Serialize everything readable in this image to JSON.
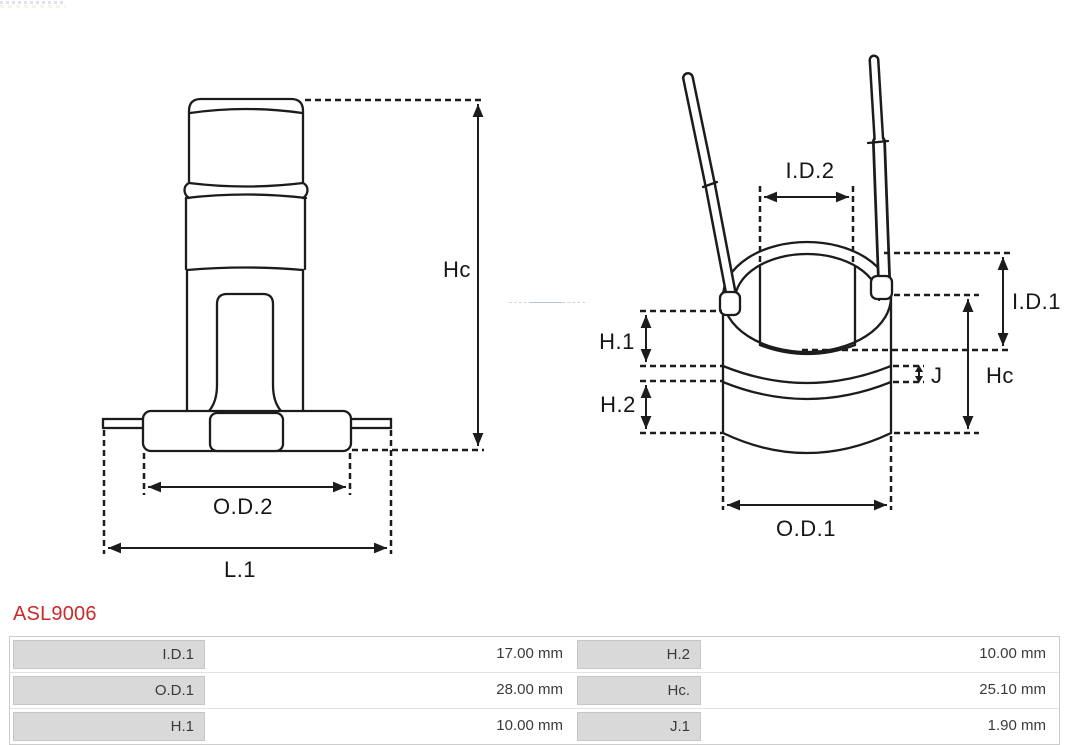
{
  "part_number": "ASL9006",
  "colors": {
    "part_number_red": "#cb2a2a",
    "drawing_line": "#1c1c1c",
    "table_label_bg": "#d9d9d9"
  },
  "left_view": {
    "labels": {
      "hc": "Hc",
      "od2": "O.D.2",
      "l1": "L.1"
    }
  },
  "right_view": {
    "labels": {
      "id2": "I.D.2",
      "id1": "I.D.1",
      "h1": "H.1",
      "h2": "H.2",
      "j": "J",
      "hc": "Hc",
      "od1": "O.D.1"
    }
  },
  "spec_table": {
    "rows": [
      {
        "cells": [
          "I.D.1",
          "17.00 mm",
          "H.2",
          "10.00 mm"
        ]
      },
      {
        "cells": [
          "O.D.1",
          "28.00 mm",
          "Hc.",
          "25.10 mm"
        ]
      },
      {
        "cells": [
          "H.1",
          "10.00 mm",
          "J.1",
          "1.90 mm"
        ]
      }
    ]
  }
}
